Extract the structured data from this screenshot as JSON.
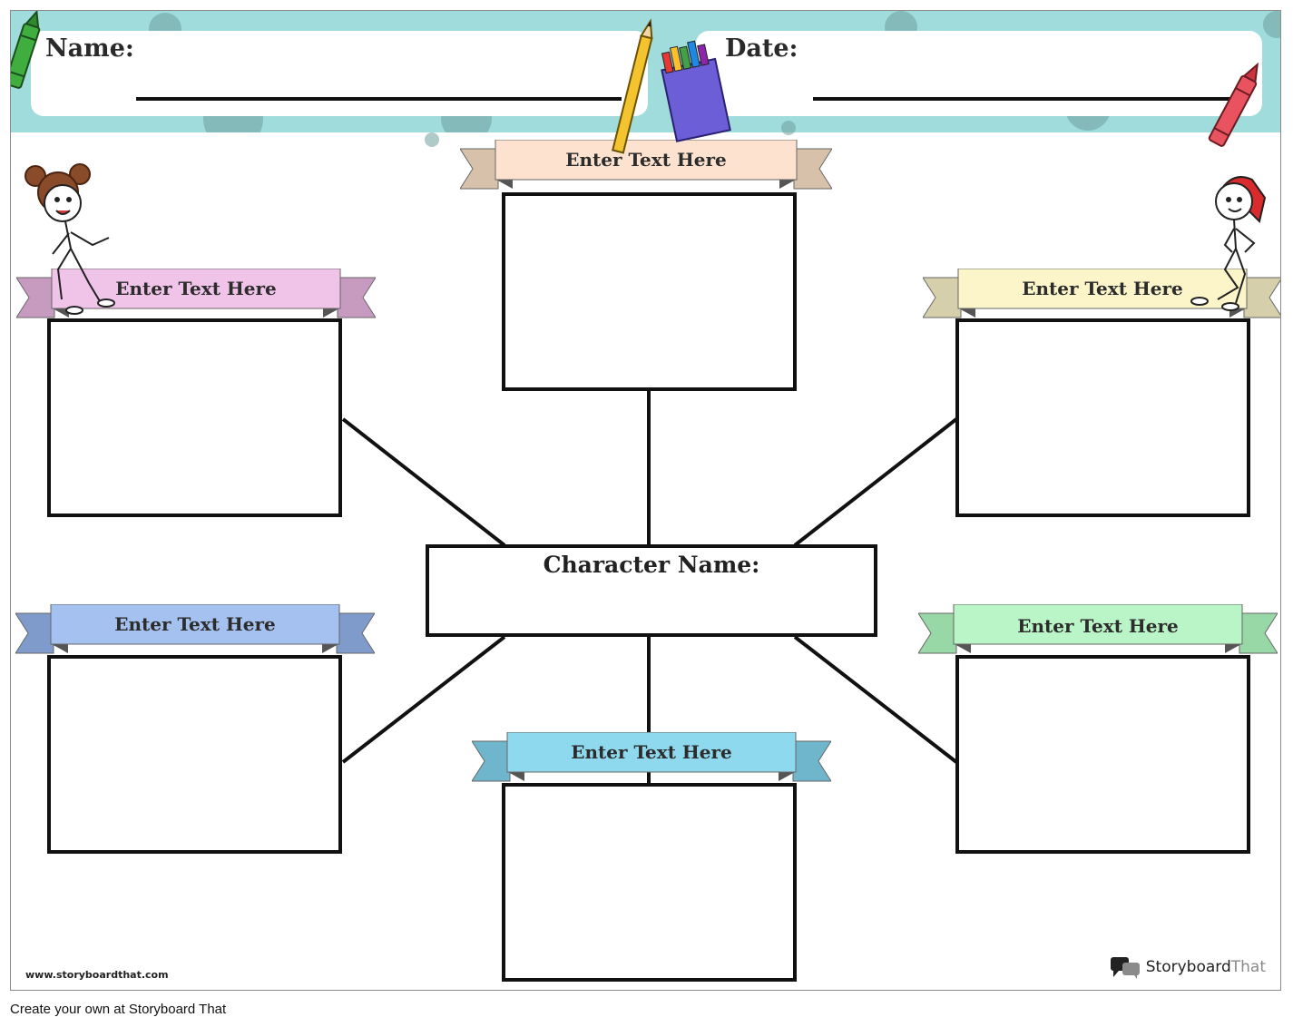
{
  "header": {
    "name_label": "Name:",
    "date_label": "Date:",
    "background_color": "#a0dcdc"
  },
  "banners": [
    {
      "id": "top",
      "label": "Enter Text Here",
      "color": "#fde3cf",
      "tail_color": "#d7c1ab"
    },
    {
      "id": "upper-left",
      "label": "Enter Text Here",
      "color": "#f0c4e8",
      "tail_color": "#c79bbf"
    },
    {
      "id": "upper-right",
      "label": "Enter Text Here",
      "color": "#fbf5c9",
      "tail_color": "#d5d0ab"
    },
    {
      "id": "lower-left",
      "label": "Enter Text Here",
      "color": "#a4c1ef",
      "tail_color": "#7f9bcc"
    },
    {
      "id": "lower-right",
      "label": "Enter Text Here",
      "color": "#b9f5c7",
      "tail_color": "#98d8a6"
    },
    {
      "id": "bottom",
      "label": "Enter Text Here",
      "color": "#8fd9ef",
      "tail_color": "#6fb6cc"
    }
  ],
  "center": {
    "title": "Character Name:"
  },
  "footer": {
    "url": "www.storyboardthat.com",
    "brand_primary": "Storyboard",
    "brand_secondary": "That",
    "credit": "Create your own at Storyboard That"
  },
  "icons": [
    "green-crayon-icon",
    "red-crayon-icon",
    "pencil-icon",
    "crayon-box-icon",
    "girl-character-icon",
    "boy-character-icon",
    "storyboard-logo-icon"
  ]
}
